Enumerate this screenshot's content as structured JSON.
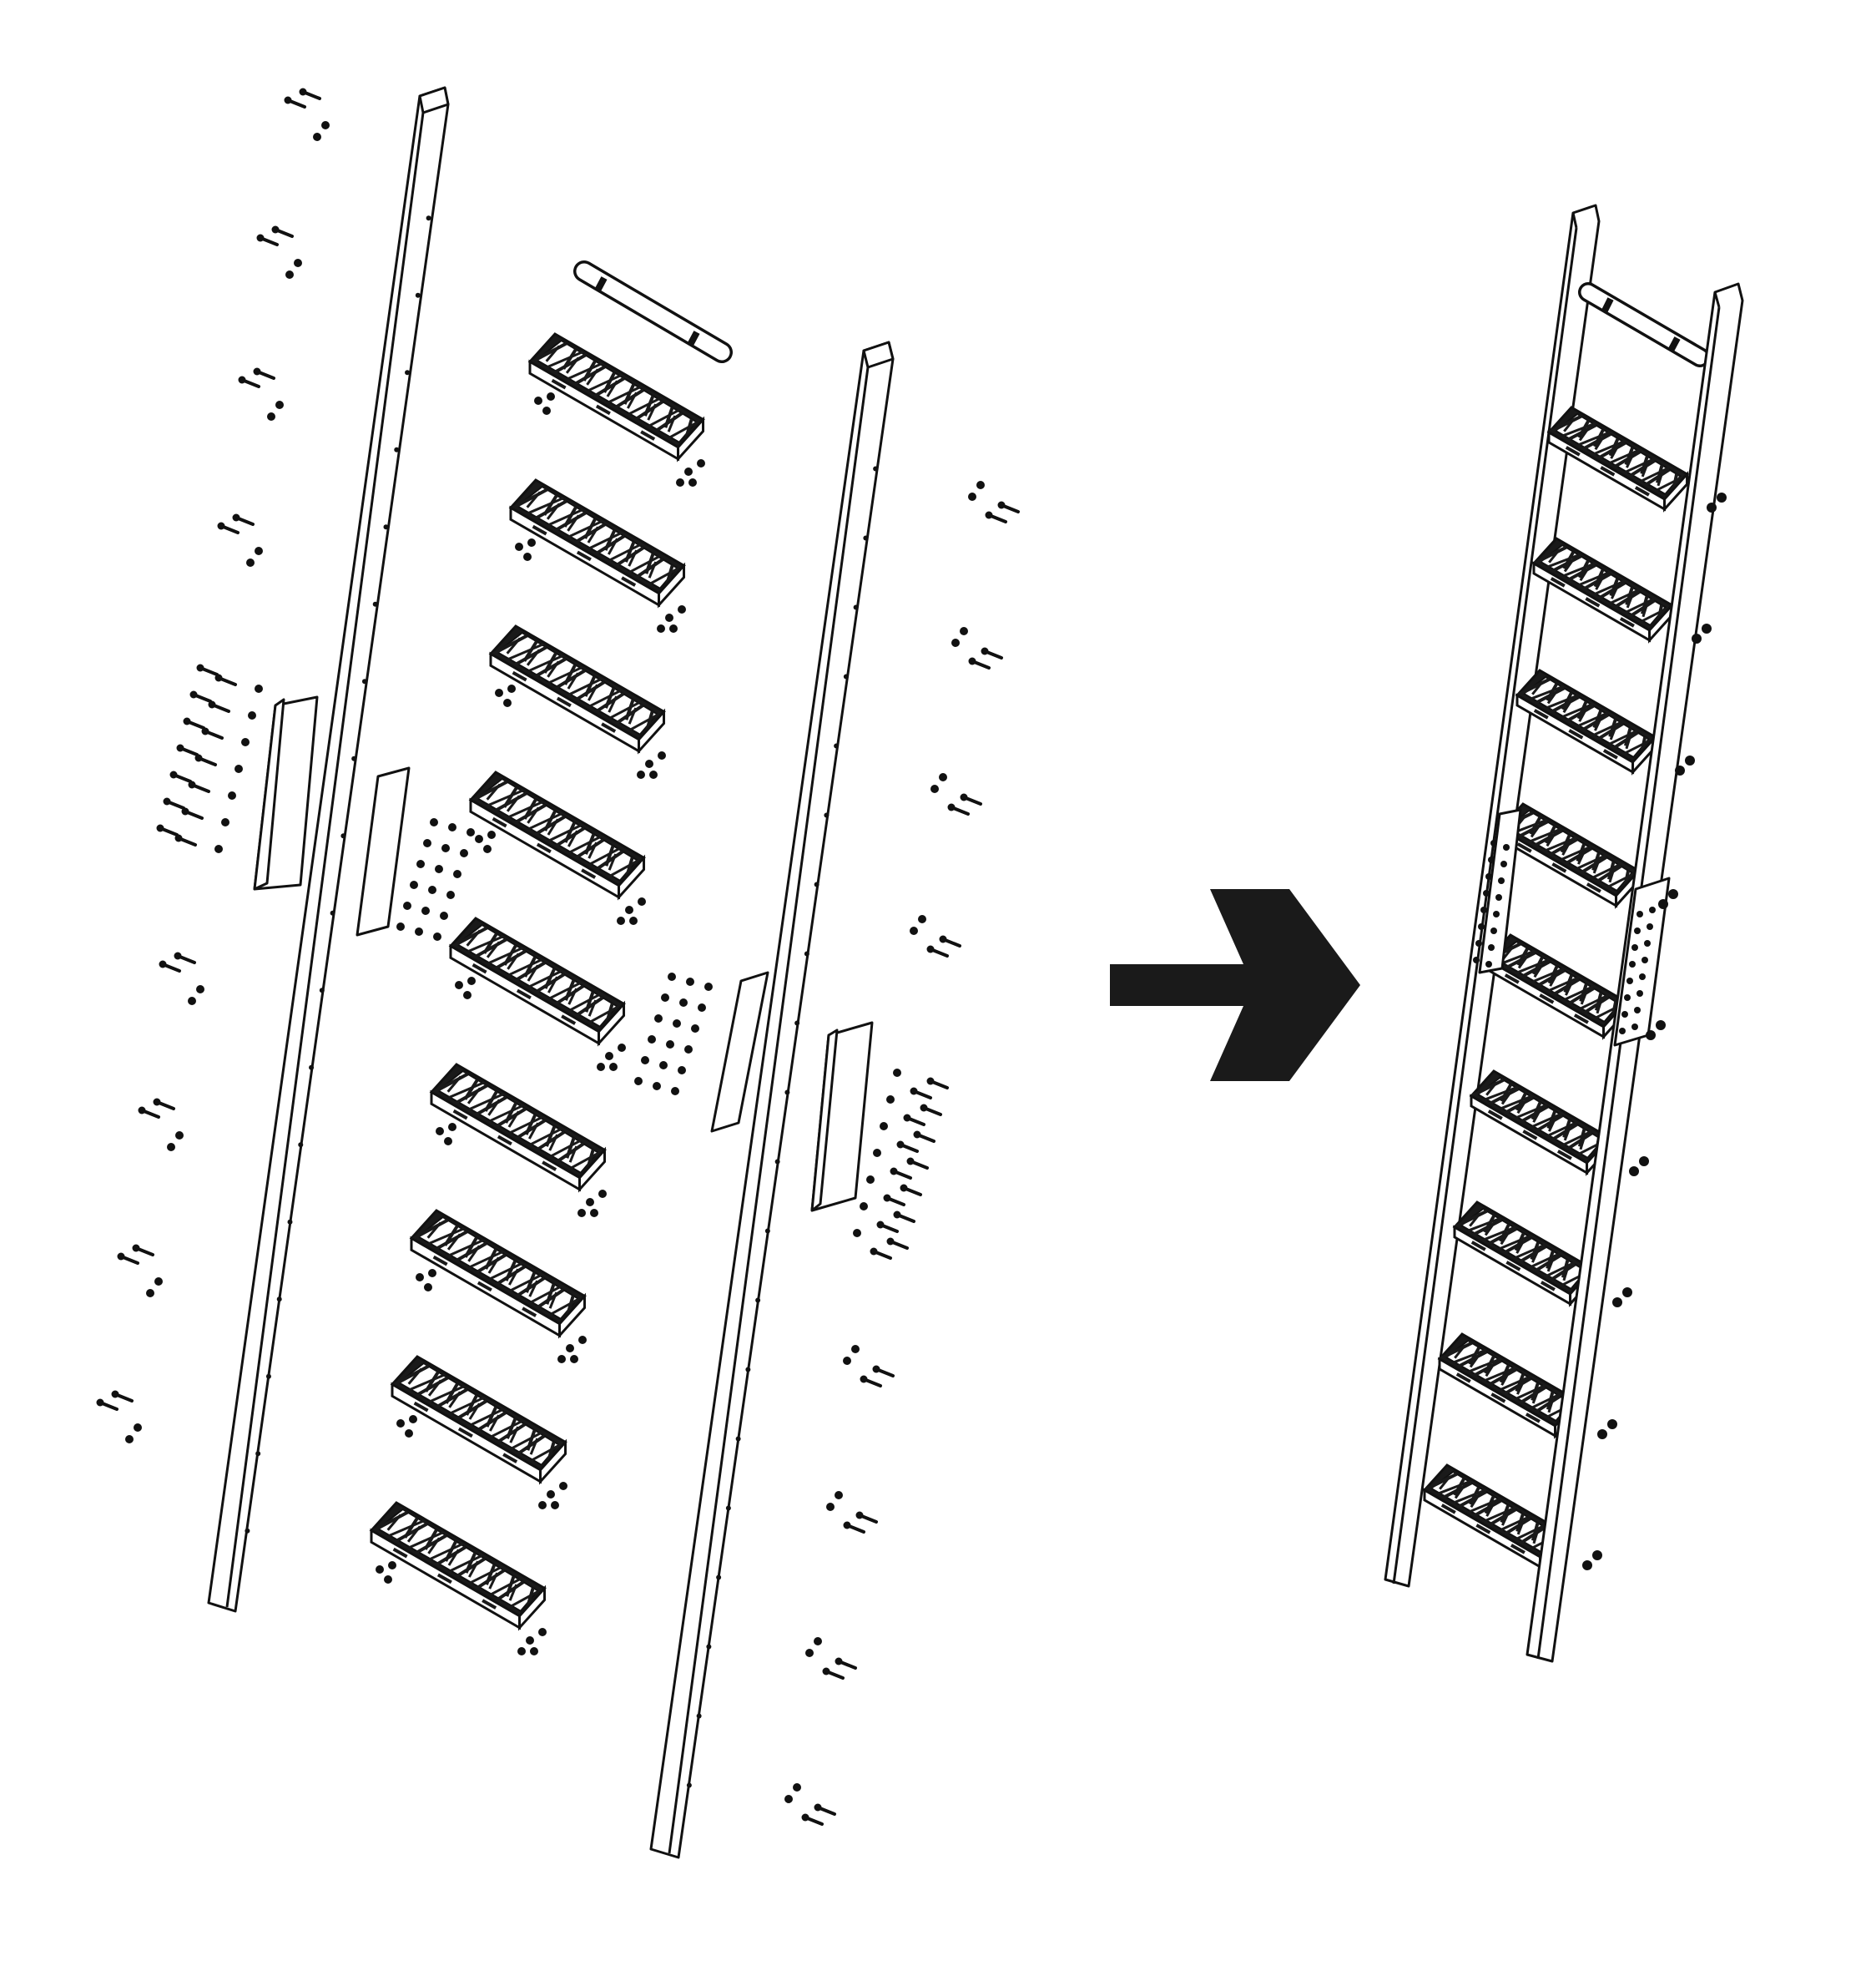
{
  "diagram": {
    "kind": "ladder assembly instruction",
    "exploded_view": {
      "rails": 2,
      "treads": 9,
      "grab_bar": 1,
      "splice_plates": 4
    },
    "assembled_view": {
      "rails": 2,
      "treads": 9,
      "grab_bar": 1,
      "splice_plates": 2
    },
    "colors": {
      "line": "#111111",
      "fill": "#ffffff",
      "tread_fill": "#1a1a1a",
      "arrow": "#1a1a1a"
    },
    "icons": {
      "arrow": "arrow-right-icon"
    }
  }
}
